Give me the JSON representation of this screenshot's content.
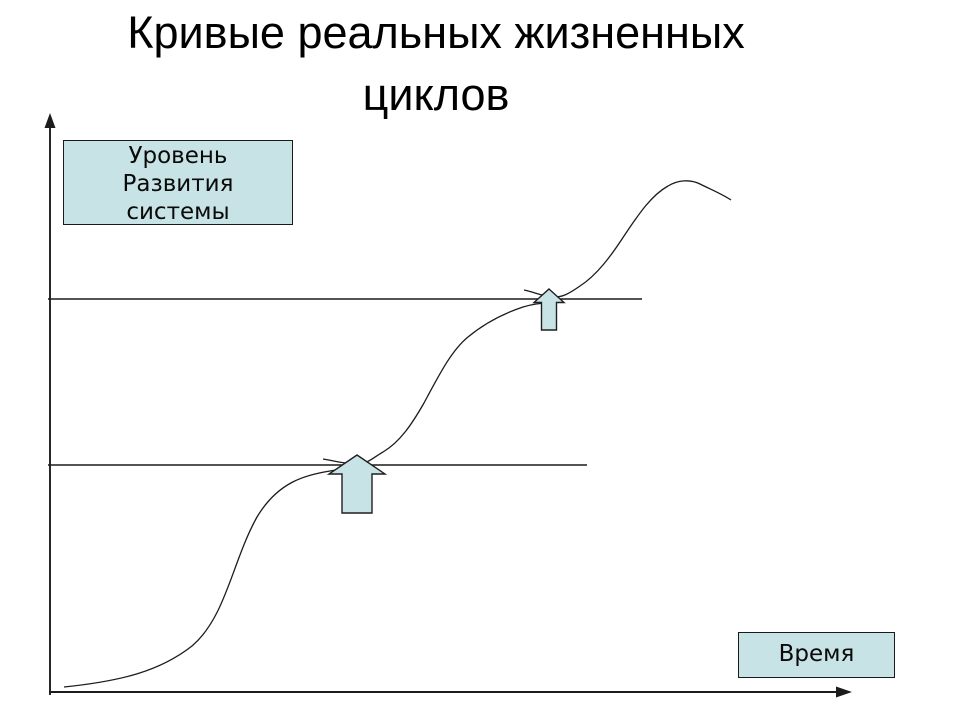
{
  "slide": {
    "title": "Кривые реальных жизненных\nциклов"
  },
  "diagram": {
    "y_axis_label": "Уровень\nРазвития\nсистемы",
    "x_axis_label": "Время",
    "colors": {
      "shape_fill": "#c8e3e6",
      "shape_border": "#1f1f1f",
      "line": "#1c1c1c",
      "background": "#ffffff",
      "text": "#000000"
    },
    "structure": {
      "type": "s-curve-diagram",
      "curve_count": 3,
      "plateau_lines": 2,
      "transition_arrows": 2,
      "description": "Three successive S-shaped life-cycle curves rising from the origin; two horizontal lines mark the saturation level of each curve; light-blue block arrows point up from each saturation line to the start of the next curve; the last curve peaks and declines."
    }
  }
}
